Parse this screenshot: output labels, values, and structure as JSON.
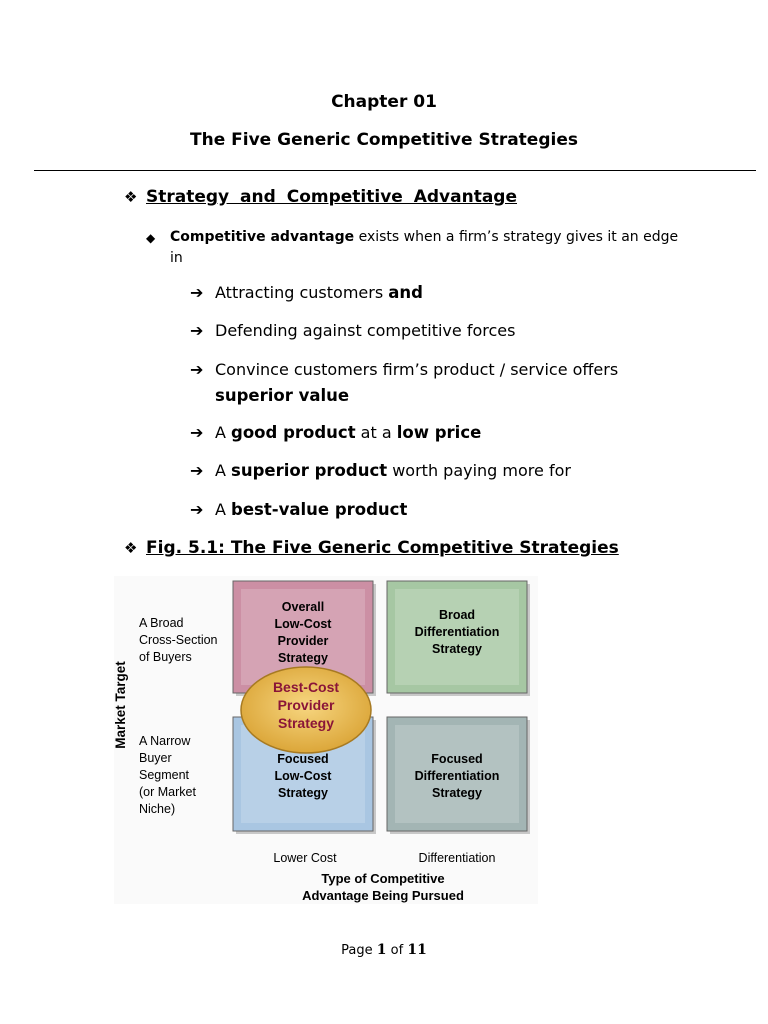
{
  "header": {
    "chapter": "Chapter 01",
    "title": "The Five Generic Competitive Strategies"
  },
  "section1": {
    "bullet_glyph": "❖",
    "heading": "Strategy and Competitive Advantage",
    "point": {
      "glyph": "◆",
      "bold_term": "Competitive advantage",
      "rest": " exists when a firm’s strategy gives it an edge in"
    },
    "arrow_glyph": "➔",
    "arrows": [
      {
        "pre": "Attracting customers ",
        "bold": "and",
        "post": ""
      },
      {
        "pre": "Defending against competitive forces",
        "bold": "",
        "post": ""
      },
      {
        "pre": "Convince customers firm’s product / service offers ",
        "bold": "superior value",
        "post": ""
      },
      {
        "pre": "A ",
        "bold": "good product",
        "post": " at a ",
        "bold2": "low price"
      },
      {
        "pre": "A ",
        "bold": "superior product",
        "post": " worth paying more for"
      },
      {
        "pre": "A ",
        "bold": "best-value product",
        "post": ""
      }
    ]
  },
  "section2": {
    "bullet_glyph": "❖",
    "heading": "Fig. 5.1:  The Five Generic Competitive Strategies"
  },
  "figure": {
    "y_axis_title": "Market Target",
    "row_labels": [
      [
        "A Broad",
        "Cross-Section",
        "of Buyers"
      ],
      [
        "A Narrow",
        "Buyer",
        "Segment",
        "(or Market",
        "Niche)"
      ]
    ],
    "boxes": [
      {
        "lines": [
          "Overall",
          "Low-Cost",
          "Provider",
          "Strategy"
        ],
        "color": "#cc8fa4"
      },
      {
        "lines": [
          "Broad",
          "Differentiation",
          "Strategy"
        ],
        "color": "#a6c7a3"
      },
      {
        "lines": [
          "Focused",
          "Low-Cost",
          "Strategy"
        ],
        "color": "#a9c6e2"
      },
      {
        "lines": [
          "Focused",
          "Differentiation",
          "Strategy"
        ],
        "color": "#a3b5b4"
      }
    ],
    "center": {
      "lines": [
        "Best-Cost",
        "Provider",
        "Strategy"
      ],
      "fill": "#e8b84a",
      "text_color": "#8a1538"
    },
    "col_labels": [
      "Lower Cost",
      "Differentiation"
    ],
    "x_axis_title": [
      "Type of Competitive",
      "Advantage Being Pursued"
    ]
  },
  "footer": {
    "prefix": "Page ",
    "page": "1",
    "mid": " of ",
    "total": "11"
  }
}
